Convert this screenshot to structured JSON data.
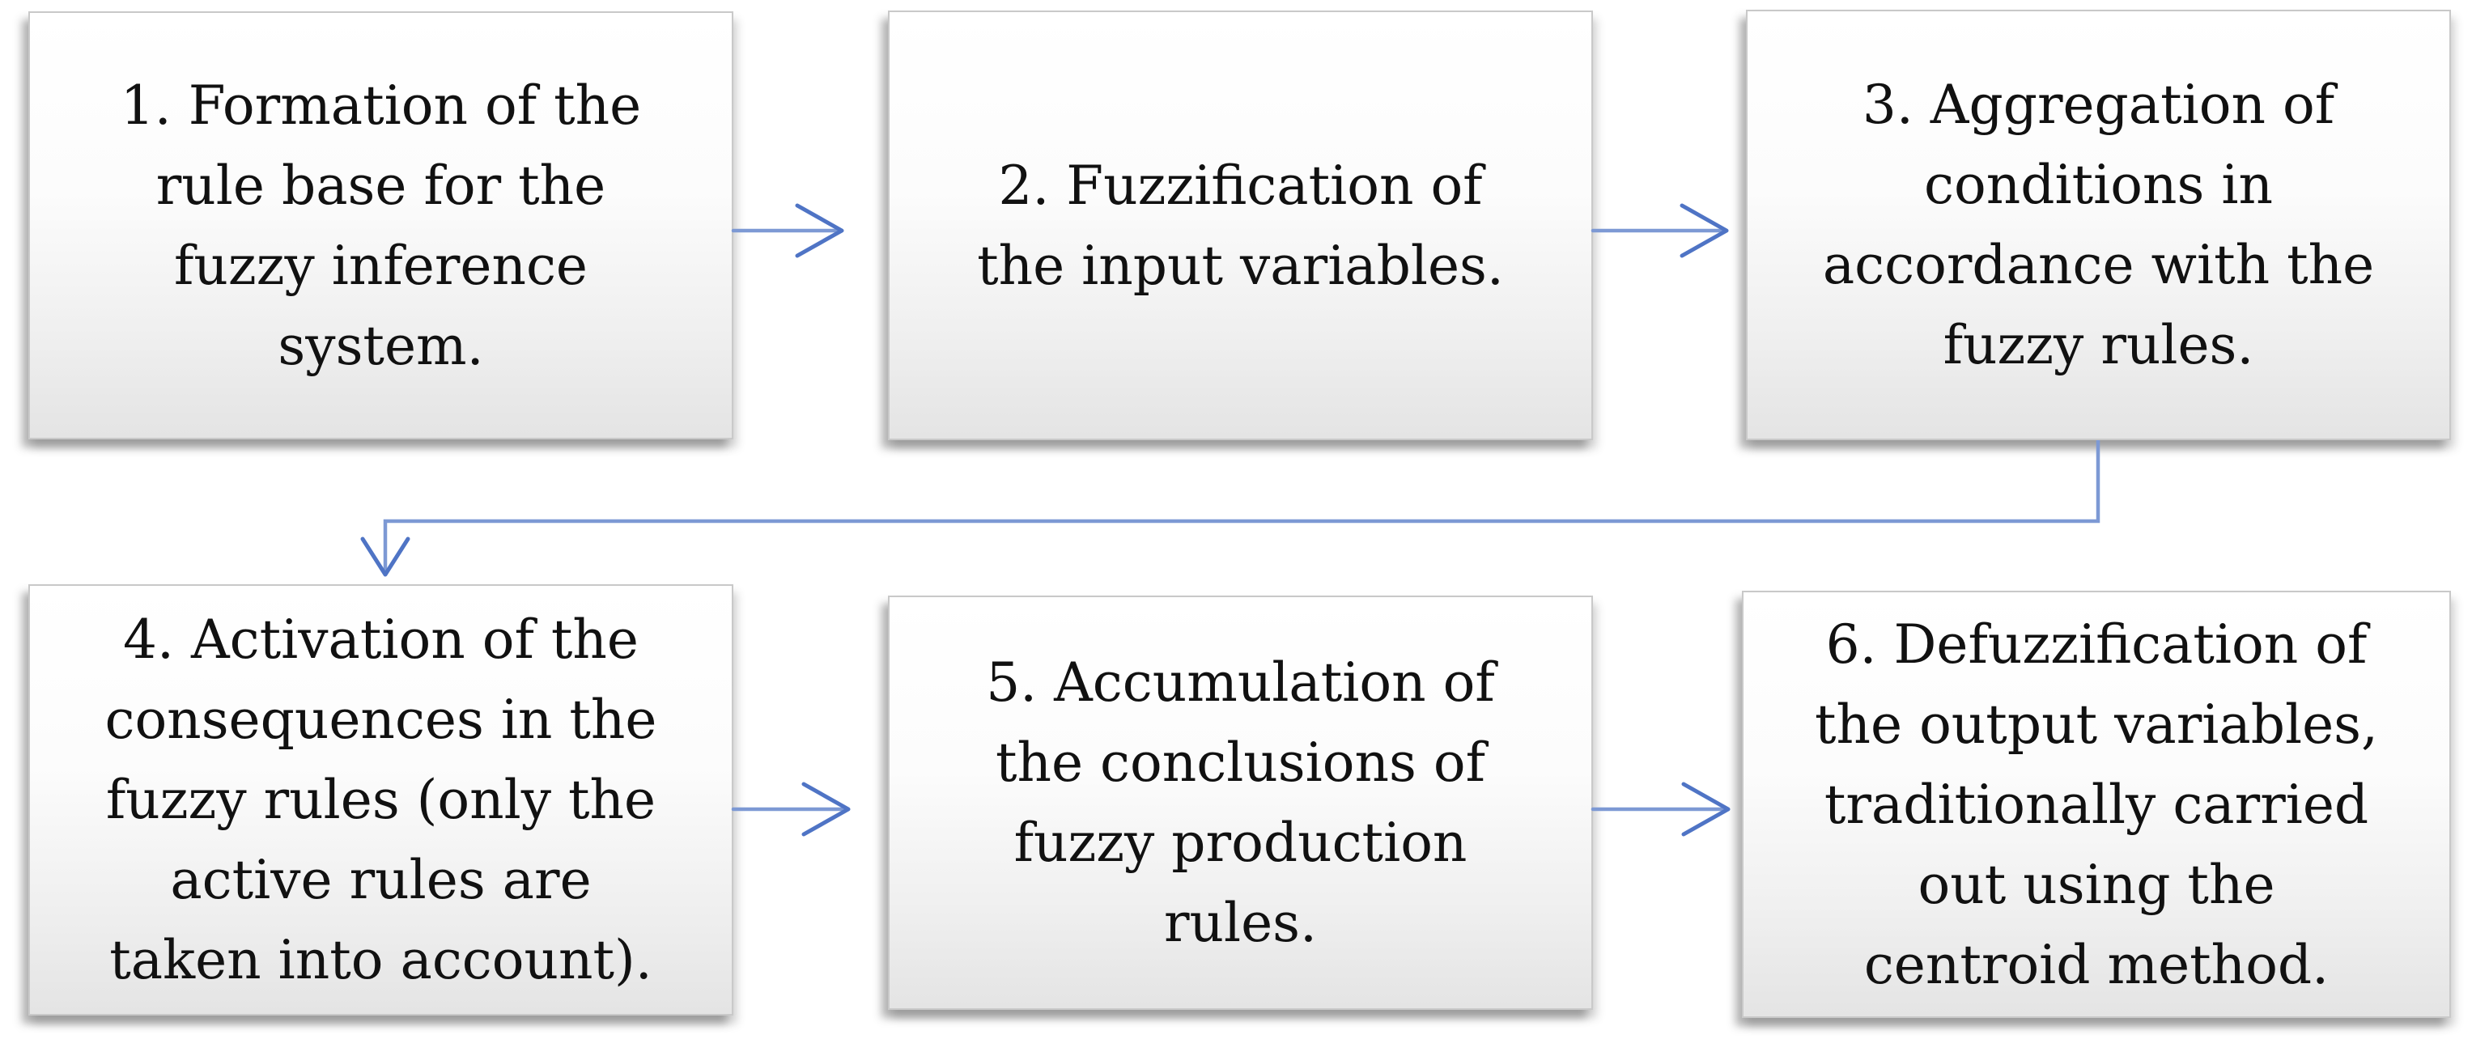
{
  "colors": {
    "arrow_shaft": "#7D99D4",
    "arrow_head": "#4F74C5",
    "box_border": "#C9C9C9",
    "box_fill_top": "#FFFFFF",
    "box_fill_bottom": "#E4E4E4",
    "text": "#111111",
    "background": "#FFFFFF"
  },
  "boxes": [
    {
      "id": 1,
      "text": "1. Formation of the\nrule base for the\nfuzzy inference\nsystem."
    },
    {
      "id": 2,
      "text": "2. Fuzzification of\nthe input variables."
    },
    {
      "id": 3,
      "text": "3. Aggregation of\nconditions in\naccordance with the\nfuzzy rules."
    },
    {
      "id": 4,
      "text": "4. Activation of the\nconsequences in the\nfuzzy rules (only the\nactive rules are\ntaken into account)."
    },
    {
      "id": 5,
      "text": "5. Accumulation of\nthe conclusions of\nfuzzy production\nrules."
    },
    {
      "id": 6,
      "text": "6. Defuzzification of\nthe output variables,\ntraditionally carried\nout using the\ncentroid method."
    }
  ],
  "connectors": [
    {
      "from": 1,
      "to": 2,
      "type": "straight-right"
    },
    {
      "from": 2,
      "to": 3,
      "type": "straight-right"
    },
    {
      "from": 3,
      "to": 4,
      "type": "elbow-down-left-down"
    },
    {
      "from": 4,
      "to": 5,
      "type": "straight-right"
    },
    {
      "from": 5,
      "to": 6,
      "type": "straight-right"
    }
  ]
}
